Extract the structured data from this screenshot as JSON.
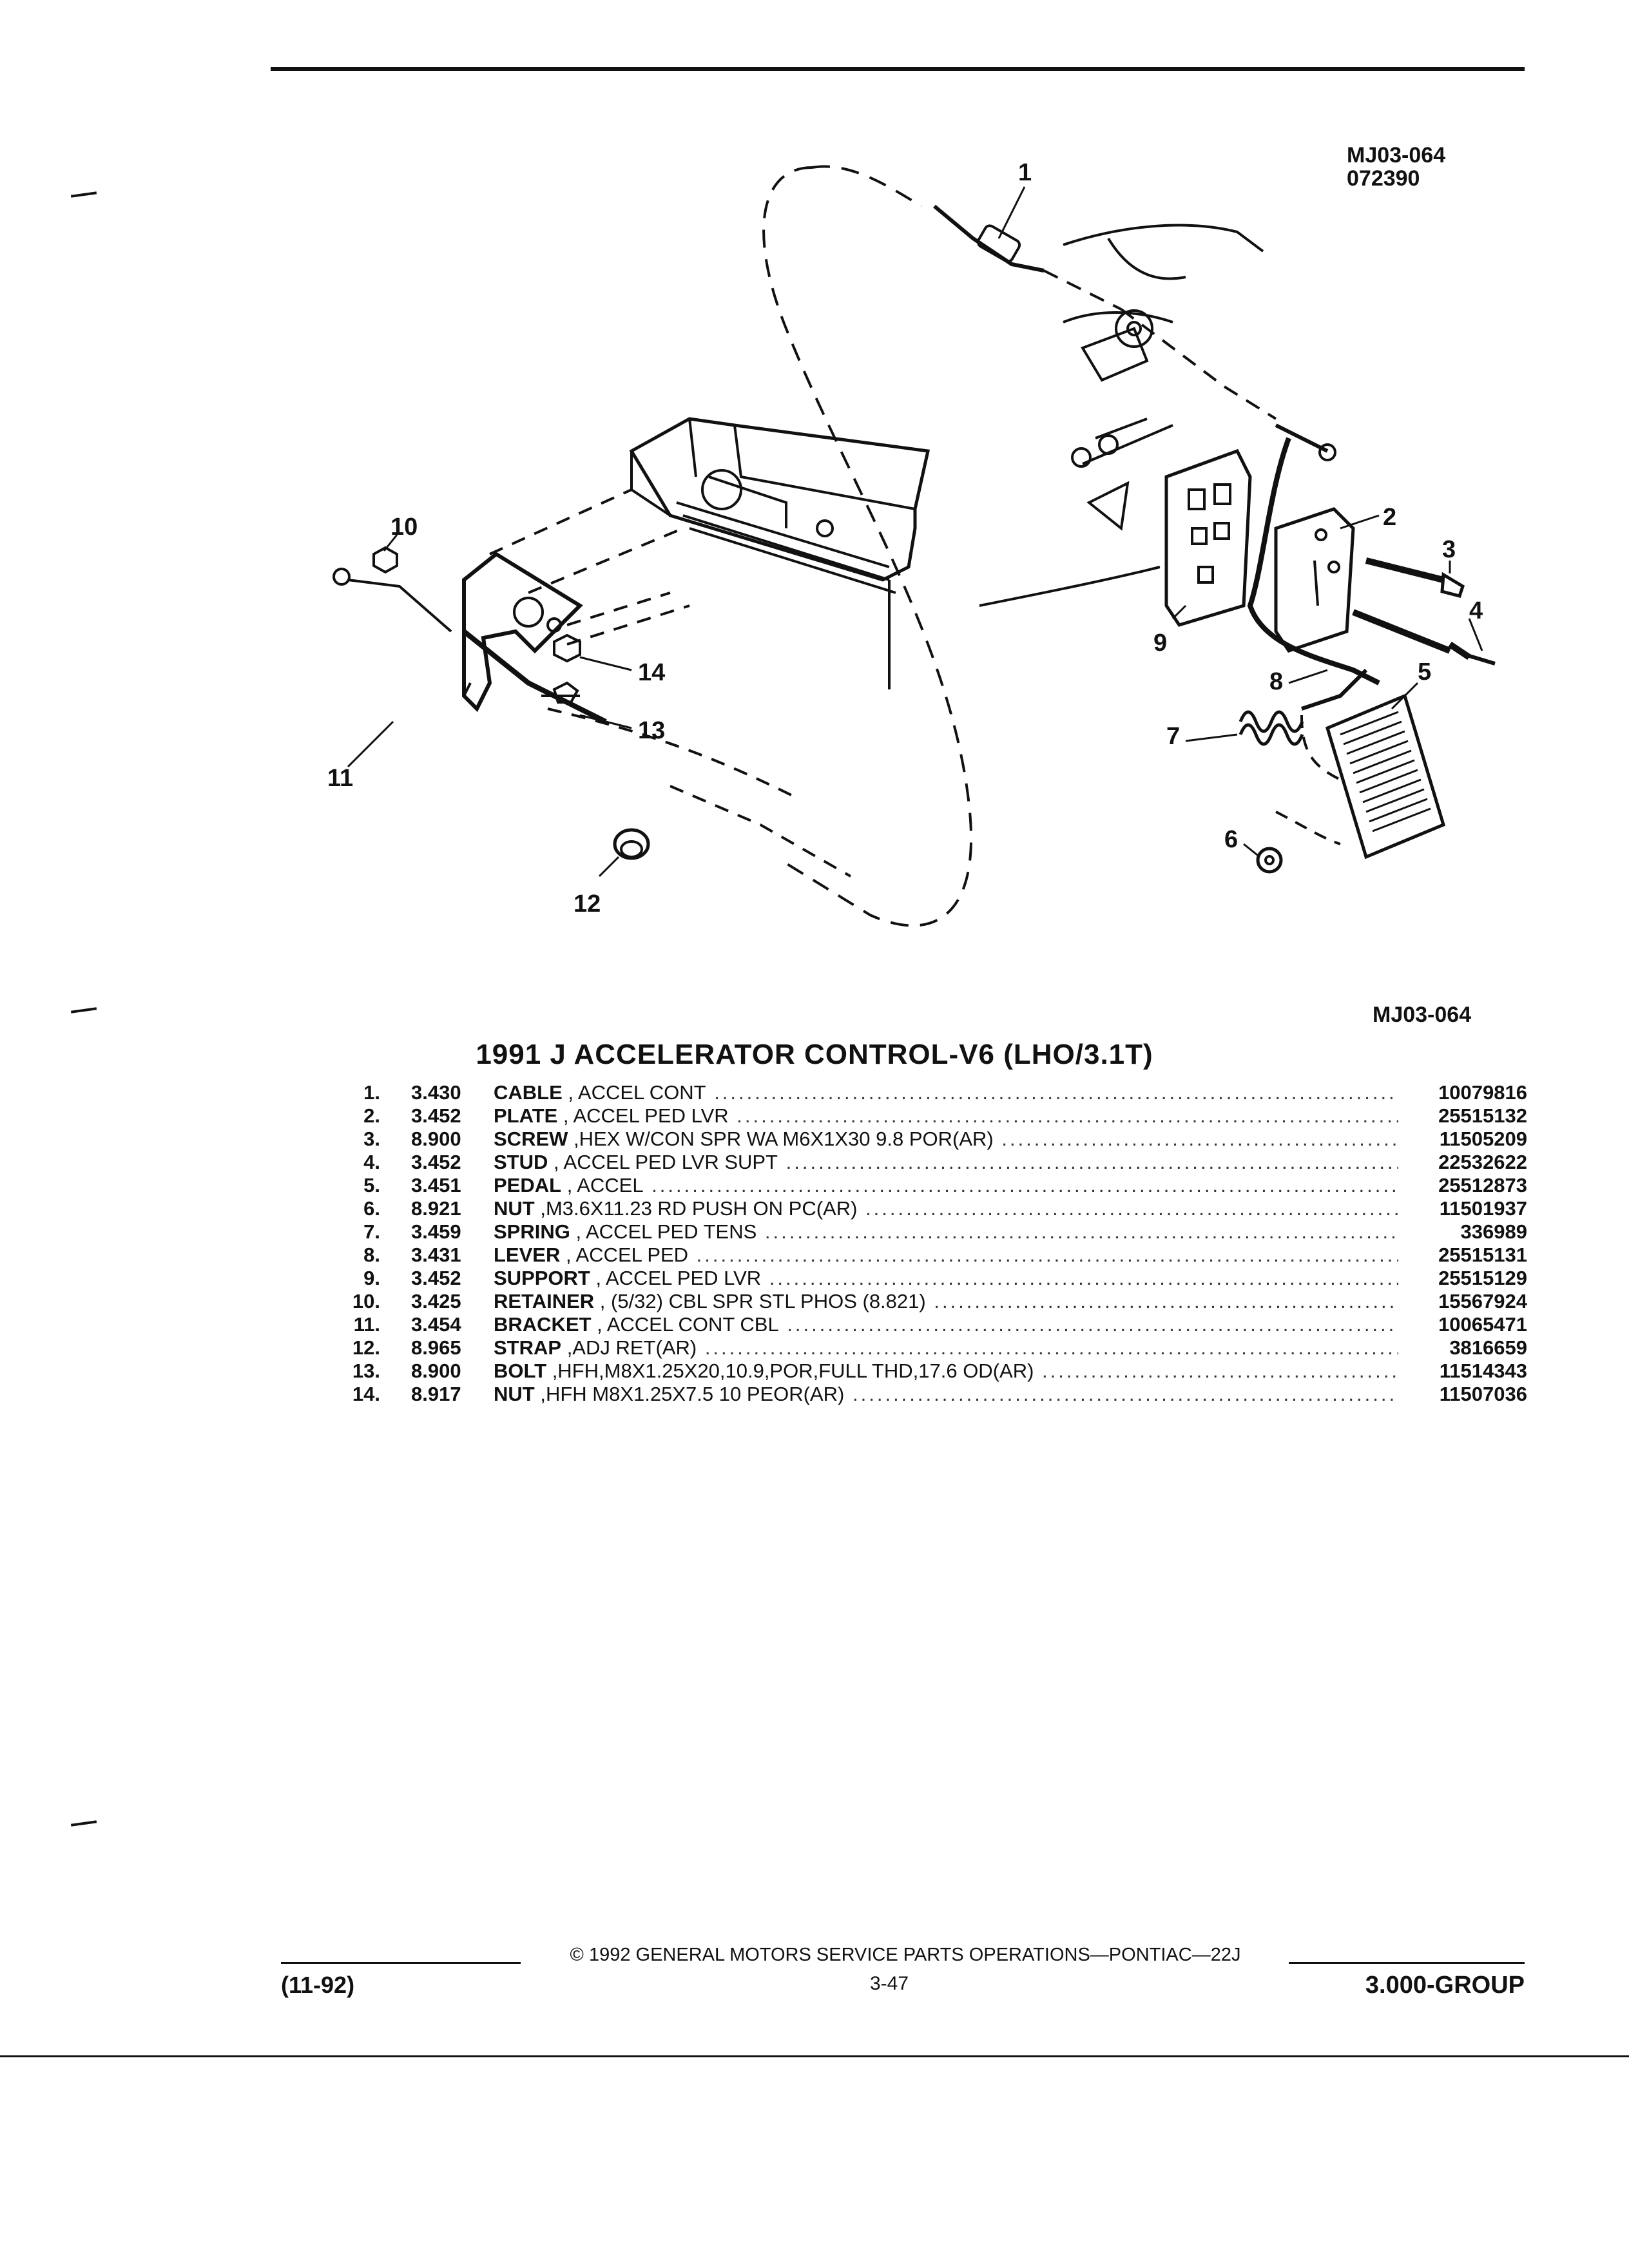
{
  "header": {
    "code_top": "MJ03-064",
    "date_code": "072390",
    "code_bottom": "MJ03-064"
  },
  "diagram": {
    "callouts": [
      "1",
      "2",
      "3",
      "4",
      "5",
      "6",
      "7",
      "8",
      "9",
      "10",
      "11",
      "12",
      "13",
      "14"
    ]
  },
  "title": "1991 J ACCELERATOR CONTROL-V6 (LHO/3.1T)",
  "parts": [
    {
      "num": "1.",
      "group": "3.430",
      "name": "CABLE",
      "desc": " , ACCEL CONT",
      "part_no": "10079816"
    },
    {
      "num": "2.",
      "group": "3.452",
      "name": "PLATE",
      "desc": " , ACCEL PED LVR",
      "part_no": "25515132"
    },
    {
      "num": "3.",
      "group": "8.900",
      "name": "SCREW",
      "desc": " ,HEX W/CON SPR WA M6X1X30 9.8 POR(AR)",
      "part_no": "11505209"
    },
    {
      "num": "4.",
      "group": "3.452",
      "name": "STUD",
      "desc": " , ACCEL PED LVR SUPT",
      "part_no": "22532622"
    },
    {
      "num": "5.",
      "group": "3.451",
      "name": "PEDAL",
      "desc": " , ACCEL",
      "part_no": "25512873"
    },
    {
      "num": "6.",
      "group": "8.921",
      "name": "NUT",
      "desc": " ,M3.6X11.23 RD PUSH ON PC(AR)",
      "part_no": "11501937"
    },
    {
      "num": "7.",
      "group": "3.459",
      "name": "SPRING",
      "desc": " , ACCEL PED TENS",
      "part_no": "336989"
    },
    {
      "num": "8.",
      "group": "3.431",
      "name": "LEVER",
      "desc": " , ACCEL PED",
      "part_no": "25515131"
    },
    {
      "num": "9.",
      "group": "3.452",
      "name": "SUPPORT",
      "desc": " , ACCEL PED LVR",
      "part_no": "25515129"
    },
    {
      "num": "10.",
      "group": "3.425",
      "name": "RETAINER",
      "desc": " , (5/32) CBL SPR STL PHOS (8.821)",
      "part_no": "15567924"
    },
    {
      "num": "11.",
      "group": "3.454",
      "name": "BRACKET",
      "desc": " , ACCEL CONT CBL",
      "part_no": "10065471"
    },
    {
      "num": "12.",
      "group": "8.965",
      "name": "STRAP",
      "desc": " ,ADJ RET(AR)",
      "part_no": "3816659"
    },
    {
      "num": "13.",
      "group": "8.900",
      "name": "BOLT",
      "desc": " ,HFH,M8X1.25X20,10.9,POR,FULL THD,17.6 OD(AR)",
      "part_no": "11514343"
    },
    {
      "num": "14.",
      "group": "8.917",
      "name": "NUT",
      "desc": " ,HFH M8X1.25X7.5 10 PEOR(AR)",
      "part_no": "11507036"
    }
  ],
  "footer": {
    "date": "(11-92)",
    "copyright": "© 1992 GENERAL MOTORS SERVICE PARTS OPERATIONS—PONTIAC—22J",
    "page": "3-47",
    "group": "3.000-GROUP"
  }
}
